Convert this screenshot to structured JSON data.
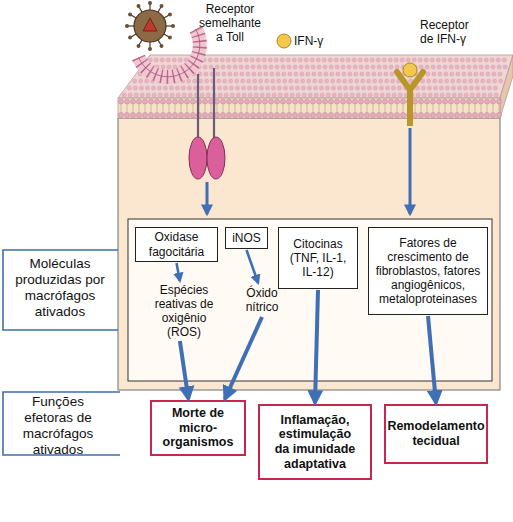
{
  "diagram": {
    "nodes": [
      {
        "text": [
          "Oxidase fagocitária"
        ]
      },
      {
        "text": [
          "iNOS"
        ]
      },
      {
        "text": [
          "Citocinas (TNF, IL-1, IL-12)"
        ]
      },
      {
        "text": [
          "Fatores de crescimento de fibroblastos, fatores angiogênicos, metaloproteinases"
        ]
      },
      {
        "text": [
          "Espécies reativas de oxigênio (ROS)"
        ]
      },
      {
        "text": [
          "Óxido nítrico"
        ]
      },
      {
        "text": [
          "Morte de micro-organismos"
        ]
      },
      {
        "text": [
          "Inflamação, estimulação da imunidade adaptativa"
        ]
      },
      {
        "text": [
          "Remodelamento tecidual"
        ]
      }
    ],
    "edges": [
      {
        "from": 0,
        "to": 4,
        "arrow": "to"
      },
      {
        "from": 1,
        "to": 5,
        "arrow": "to"
      },
      {
        "from": 4,
        "to": 6,
        "arrow": "to"
      },
      {
        "from": 5,
        "to": 6,
        "arrow": "to"
      },
      {
        "from": 2,
        "to": 7,
        "arrow": "to"
      },
      {
        "from": 3,
        "to": 8,
        "arrow": "to"
      }
    ],
    "labels": [
      "Receptor semelhante a Toll",
      "IFN-γ",
      "Receptor de IFN-γ",
      "Moléculas produzidas por macrófagos ativados",
      "Funções efetoras de macrófagos ativados"
    ]
  }
}
